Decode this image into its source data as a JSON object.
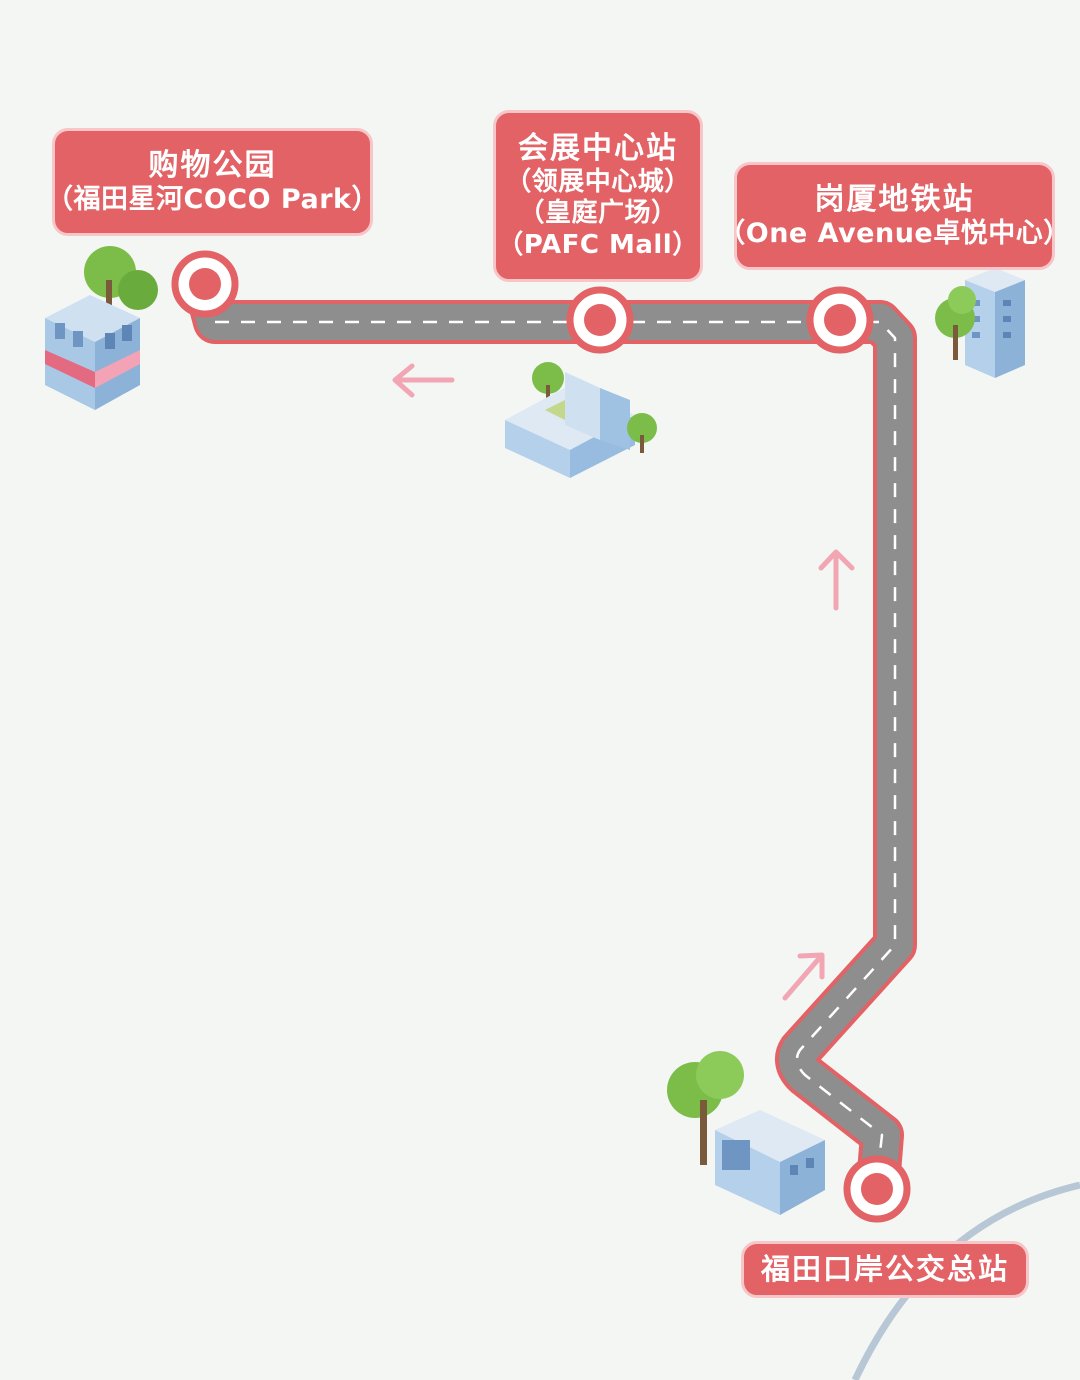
{
  "stations": {
    "coco_park": {
      "name": "购物公园",
      "detail": "（福田星河COCO Park）"
    },
    "convention_center": {
      "name": "会展中心站",
      "detail": [
        "（领展中心城）",
        "（皇庭广场）",
        "（PAFC Mall）"
      ]
    },
    "gangxia": {
      "name": "岗厦地铁站",
      "detail": "（One Avenue卓悦中心）"
    },
    "futian_port": {
      "name": "福田口岸公交总站"
    }
  },
  "colors": {
    "background": "#f3f6f3",
    "road": "#8e8e8e",
    "road_outline": "#e26265",
    "label_fill": "#e26265",
    "label_border": "#f8c6c8",
    "arrow": "#f2a5b3",
    "arc": "#b8c7d6"
  },
  "icons": [
    "building-icon",
    "tree-icon",
    "direction-arrow-icon",
    "station-marker-icon"
  ]
}
